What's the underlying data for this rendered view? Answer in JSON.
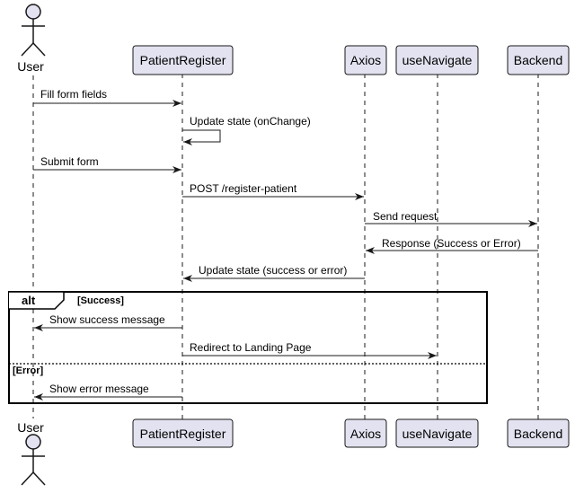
{
  "participants": {
    "user": "User",
    "patient_register": "PatientRegister",
    "axios": "Axios",
    "use_navigate": "useNavigate",
    "backend": "Backend"
  },
  "messages": {
    "fill_form": "Fill form fields",
    "update_state_onchange": "Update state (onChange)",
    "submit_form": "Submit form",
    "post_register": "POST /register-patient",
    "send_request": "Send request",
    "response": "Response (Success or Error)",
    "update_state_result": "Update state (success or error)",
    "show_success": "Show success message",
    "redirect": "Redirect to Landing Page",
    "show_error": "Show error message"
  },
  "fragment": {
    "operator": "alt",
    "guard_success": "[Success]",
    "guard_error": "[Error]"
  },
  "colors": {
    "participant_fill": "#E2E2F0",
    "participant_border": "#181818",
    "lifeline": "#181818",
    "arrow": "#181818"
  }
}
